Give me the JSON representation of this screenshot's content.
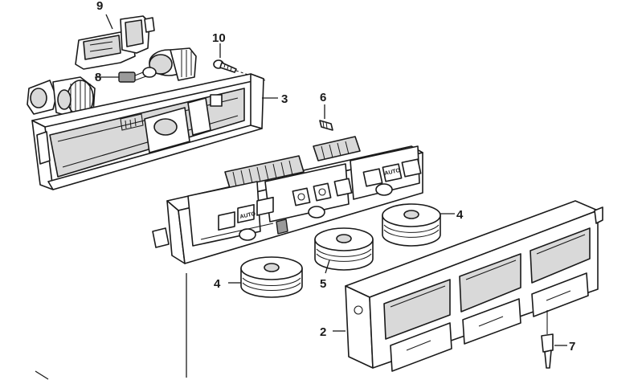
{
  "diagram": {
    "callouts": [
      {
        "id": "9",
        "text": "9"
      },
      {
        "id": "10",
        "text": "10"
      },
      {
        "id": "8",
        "text": "8"
      },
      {
        "id": "3",
        "text": "3"
      },
      {
        "id": "6",
        "text": "6"
      },
      {
        "id": "4a",
        "text": "4"
      },
      {
        "id": "5",
        "text": "5"
      },
      {
        "id": "4b",
        "text": "4"
      },
      {
        "id": "2",
        "text": "2"
      },
      {
        "id": "7",
        "text": "7"
      }
    ],
    "button_labels": {
      "auto": "AUTO"
    },
    "colors": {
      "line": "#1a1a1a",
      "fill": "#ffffff",
      "shade": "#d9d9d9",
      "dark": "#9a9a9a"
    }
  }
}
